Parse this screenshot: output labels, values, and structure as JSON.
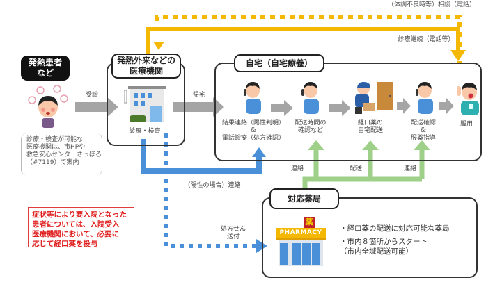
{
  "top_loop": {
    "consult_label": "（体調不良時等）相談（電話）",
    "continue_label": "診療継続（電話等）",
    "colors": {
      "loop": "#f5b800"
    }
  },
  "patient": {
    "title": "発熱患者\nなど",
    "note": "診療・検査が可能な\n医療機関は、市HPや\n救急安心センターさっぽろ\n（#7119）で案内",
    "to_clinic_label": "受診",
    "icon": "sick-person-icon"
  },
  "clinic": {
    "title": "発熱外来などの\n医療機関",
    "caption": "診療・検査",
    "go_home_label": "帰宅",
    "icon": "hospital-building-icon"
  },
  "home": {
    "title": "自宅（自宅療養）",
    "steps": [
      {
        "label": "結果連絡（陽性判明）\n&\n電話診療（処方確認）",
        "icon": "phone-call-person-icon"
      },
      {
        "label": "配送時間の\n確認など",
        "icon": "phone-call-person-icon"
      },
      {
        "label": "経口薬の\n自宅配送",
        "icon": "delivery-person-icon"
      },
      {
        "label": "配送確認\n&\n服薬指導",
        "icon": "phone-call-person-icon"
      },
      {
        "label": "服用",
        "icon": "taking-medicine-person-icon"
      }
    ]
  },
  "links": {
    "positive_contact_label": "（陽性の場合）連絡",
    "prescription_label": "処方せん\n送付",
    "pharmacy_links": [
      "連絡",
      "配送",
      "連絡"
    ]
  },
  "pharmacy": {
    "title": "対応薬局",
    "sign_text": "PHARMACY",
    "sign_kanji": "薬",
    "bullets": [
      "・経口薬の配送に対応可能な薬局",
      "・市内８箇所からスタート\n（市内全域配送可能）"
    ],
    "icon": "pharmacy-store-icon"
  },
  "warning": {
    "text": "症状等により要入院となった\n患者については、入院受入\n医療機関において、必要に\n応じて経口薬を投与"
  },
  "colors": {
    "blue": "#4a90d9",
    "green": "#9fd08a",
    "gray_arrow": "#a5a5a5",
    "red": "#e02020"
  }
}
